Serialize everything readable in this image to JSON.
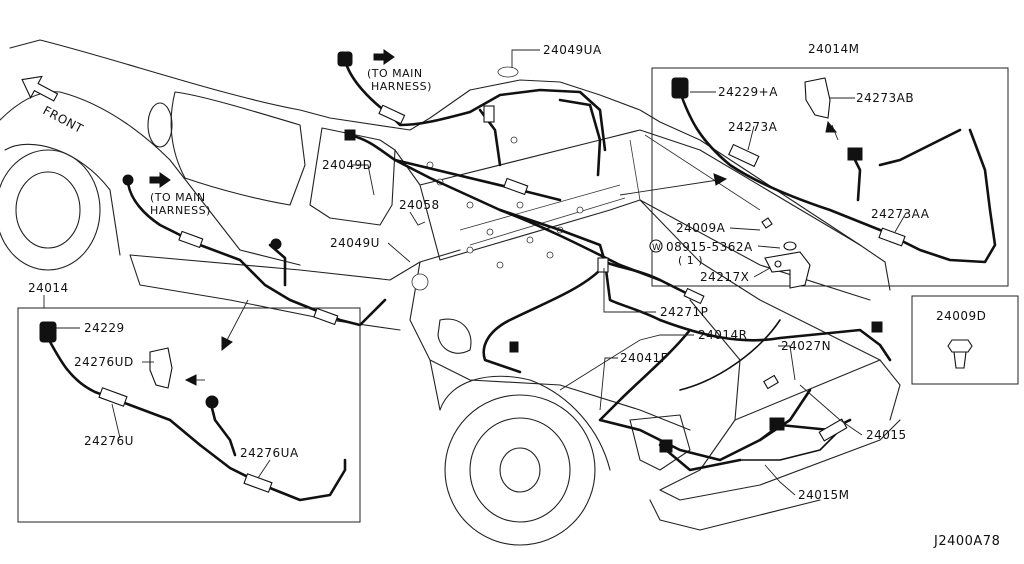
{
  "diagram_id": "J2400A78",
  "direction": {
    "front": "FRONT",
    "to_main_harness_top": [
      "(TO MAIN",
      "HARNESS)"
    ],
    "to_main_harness_left": [
      "(TO MAIN",
      "HARNESS)"
    ]
  },
  "labels": {
    "p24049UA": "24049UA",
    "p24049D": "24049D",
    "p24058": "24058",
    "p24049U": "24049U",
    "p24014M": "24014M",
    "p24229A": "24229+A",
    "p24273AB": "24273AB",
    "p24273A": "24273A",
    "p24273AA": "24273AA",
    "p24009A": "24009A",
    "p08915": "08915-5362A",
    "p08915_qty": "( 1 )",
    "p24217X": "24217X",
    "p24009D": "24009D",
    "p24271P": "24271P",
    "p24014R": "24014R",
    "p24041F": "24041F",
    "p24027N": "24027N",
    "p24015": "24015",
    "p24015M": "24015M",
    "p24014": "24014",
    "p24229": "24229",
    "p24276UD": "24276UD",
    "p24276U": "24276U",
    "p24276UA": "24276UA"
  },
  "icons": {
    "front_arrow": "outline-arrow-icon",
    "main_harness_arrow": "solid-arrow-icon",
    "washer_symbol": "circled-w-icon"
  }
}
